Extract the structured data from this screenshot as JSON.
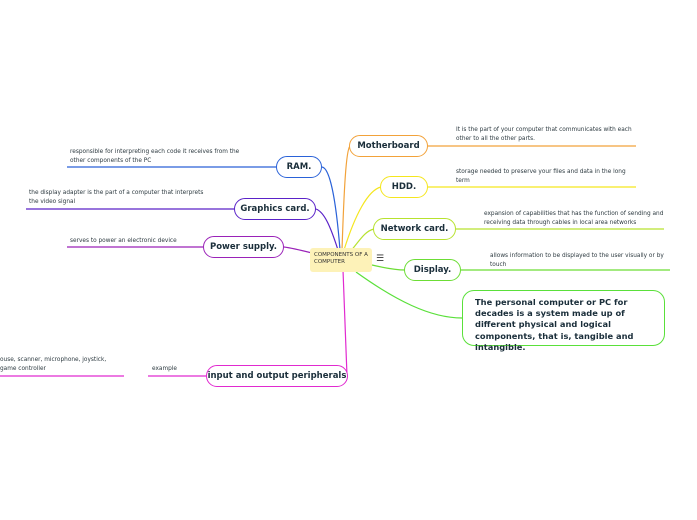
{
  "center": {
    "title": "COMPONENTS OF A COMPUTER",
    "menu_icon": "hamburger-icon"
  },
  "right_branches": [
    {
      "label": "Motherboard",
      "color": "#f2a23a",
      "note": "It is the part of your computer that communicates with each other to all the other parts."
    },
    {
      "label": "HDD.",
      "color": "#f5e61e",
      "note": "storage needed to preserve your files and data in the long term"
    },
    {
      "label": "Network card.",
      "color": "#b7e22e",
      "note": "expansion of capabilities that has the function of sending and receiving data through cables in local area networks"
    },
    {
      "label": "Display.",
      "color": "#6cdd35",
      "note": "allows information to be displayed to the user visually or by touch"
    }
  ],
  "summary": {
    "text": "The personal computer or PC for decades is a system made up of different physical and logical components, that is, tangible and intangible.",
    "color": "#5ae03a"
  },
  "left_branches": [
    {
      "label": "RAM.",
      "color": "#2a62d8",
      "note": "responsible for interpreting each code it receives from the other components of the PC"
    },
    {
      "label": "Graphics card.",
      "color": "#5a22c8",
      "note": "the display adapter is the part of a computer that interprets the video signal"
    },
    {
      "label": "Power supply.",
      "color": "#9a22b8",
      "note": "serves to power an electronic device"
    },
    {
      "label": "input and output peripherals",
      "color": "#e12ad0",
      "example_label": "example",
      "note": "ouse, scanner, microphone, joystick, game controller"
    }
  ]
}
